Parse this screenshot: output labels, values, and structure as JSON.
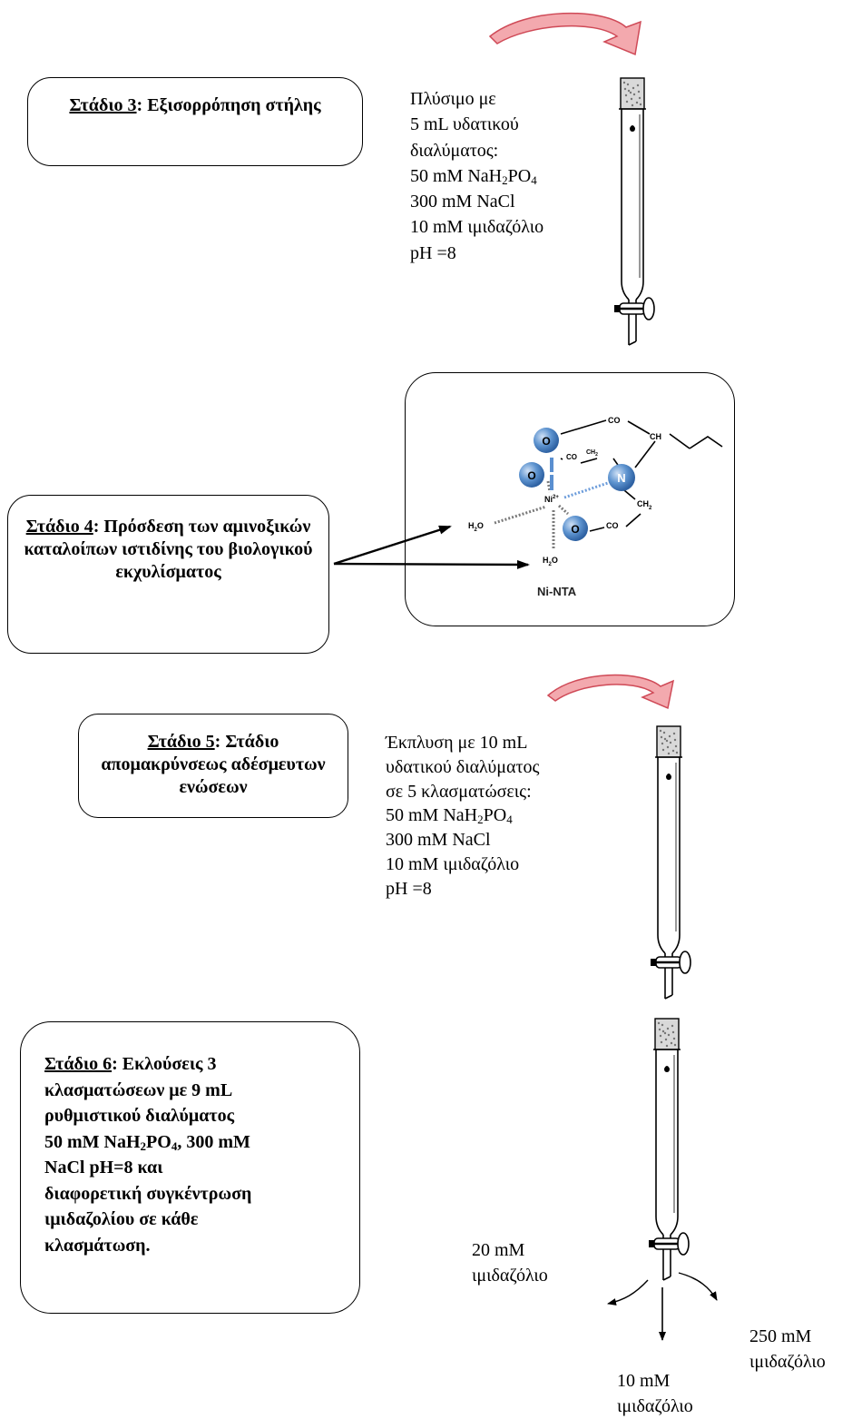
{
  "stage3": {
    "title": "Στάδιο 3",
    "rest": ": Εξισορρόπηση στήλης"
  },
  "stage3_wash": {
    "lines": [
      "Πλύσιμο με",
      "5 mL υδατικού",
      "διαλύματος:"
    ],
    "phosphate": {
      "pre": "50 mM NaH",
      "s1": "2",
      "mid": "PO",
      "s2": "4"
    },
    "salt": "300 mM NaCl",
    "imidazole": "10 mM ιμιδαζόλιο",
    "ph": "pH =8"
  },
  "stage4": {
    "title": "Στάδιο 4",
    "rest": ": Πρόσδεση των αμινοξικών καταλοίπων ιστιδίνης του βιολογικού εκχυλίσματος"
  },
  "ni_nta": {
    "label": "Ni-NTA",
    "atoms": {
      "o": "O",
      "n": "N",
      "ni": "Ni",
      "ni_charge": "2+"
    },
    "groups": {
      "co": "CO",
      "ch": "CH",
      "ch2": "CH",
      "ch2_sub": "2",
      "h2o_h": "H",
      "h2o_sub": "2",
      "h2o_o": "O"
    }
  },
  "stage5": {
    "title": "Στάδιο 5",
    "rest": ": Στάδιο απομακρύνσεως αδέσμευτων ενώσεων"
  },
  "stage5_elution": {
    "lines": [
      "Έκπλυση  με 10 mL",
      "υδατικού  διαλύματος",
      "σε 5 κλασματώσεις:"
    ],
    "phosphate": {
      "pre": "50 mM NaH",
      "s1": "2",
      "mid": "PO",
      "s2": "4"
    },
    "salt": "300 mM NaCl",
    "imidazole": "10 mM  ιμιδαζόλιο",
    "ph": "pH =8"
  },
  "stage6": {
    "title": "Στάδιο 6",
    "line1_rest": ": Εκλούσεις 3",
    "line2": "κλασματώσεων με 9 mL",
    "line3": "ρυθμιστικού διαλύματος",
    "line4": {
      "pre": "50 mM NaH",
      "s1": "2",
      "mid": "PO",
      "s2": "4",
      "post": ", 300 mM"
    },
    "line5": "NaCl pH=8 και",
    "line6": "διαφορετική συγκέντρωση",
    "line7": "ιμιδαζολίου σε κάθε",
    "line8": "κλασμάτωση."
  },
  "fractions": {
    "left": [
      "20 mM",
      "ιμιδαζόλιο"
    ],
    "right": [
      "250 mM",
      "ιμιδαζόλιο"
    ],
    "bottom": [
      "10 mM",
      "ιμιδαζόλιο"
    ]
  },
  "colors": {
    "curved_arrow_fill": "#f3a9ae",
    "curved_arrow_stroke": "#cf4a57",
    "sphere_blue": "#4f86c6",
    "bond_blue": "#5a8fd0"
  }
}
